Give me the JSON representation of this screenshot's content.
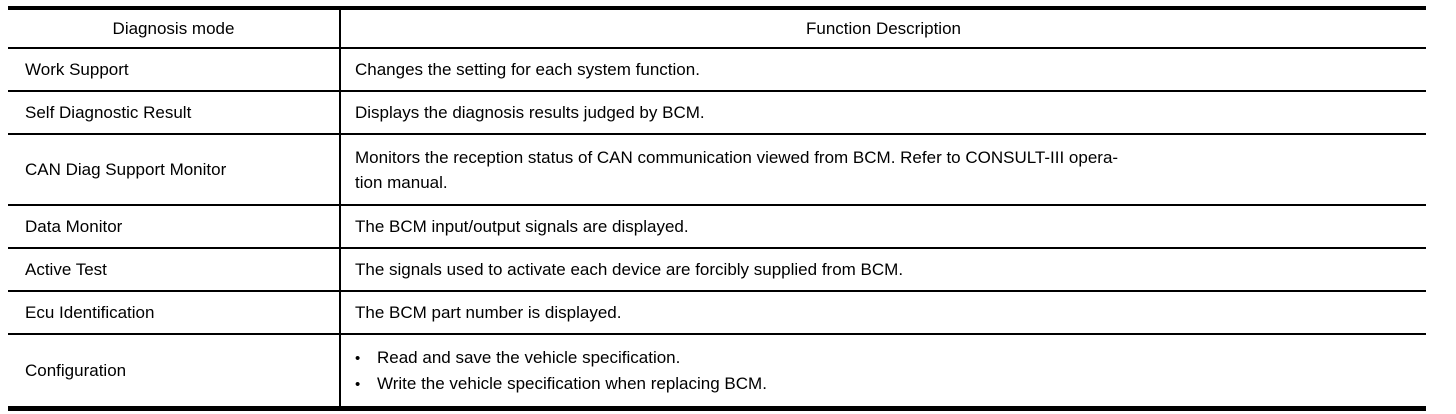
{
  "table": {
    "bullet_char": "•",
    "header": {
      "col1": "Diagnosis mode",
      "col2": "Function Description"
    },
    "rows": [
      {
        "mode": "Work Support",
        "description": "Changes the setting for each system function."
      },
      {
        "mode": "Self Diagnostic Result",
        "description": "Displays the diagnosis results judged by BCM."
      },
      {
        "mode": "CAN Diag Support Monitor",
        "description": "Monitors the reception status of CAN communication viewed from BCM. Refer to CONSULT-III opera-\ntion manual."
      },
      {
        "mode": "Data Monitor",
        "description": "The BCM input/output signals are displayed."
      },
      {
        "mode": "Active Test",
        "description": "The signals used to activate each device are forcibly supplied from BCM."
      },
      {
        "mode": "Ecu Identification",
        "description": "The BCM part number is displayed."
      },
      {
        "mode": "Configuration",
        "bullets": [
          "Read and save the vehicle specification.",
          "Write the vehicle specification when replacing BCM."
        ]
      }
    ],
    "colors": {
      "border": "#000000",
      "text": "#000000",
      "background": "#ffffff"
    }
  }
}
